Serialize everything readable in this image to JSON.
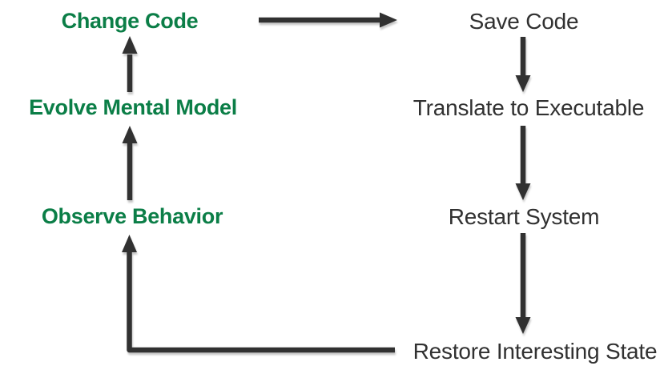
{
  "colors": {
    "green": "#0B7E47",
    "dark": "#313131",
    "background": "#FFFFFF"
  },
  "diagram": {
    "left_nodes": [
      {
        "id": "change-code",
        "label": "Change Code"
      },
      {
        "id": "evolve-mental-model",
        "label": "Evolve Mental Model"
      },
      {
        "id": "observe-behavior",
        "label": "Observe Behavior"
      }
    ],
    "right_nodes": [
      {
        "id": "save-code",
        "label": "Save Code"
      },
      {
        "id": "translate-to-executable",
        "label": "Translate to Executable"
      },
      {
        "id": "restart-system",
        "label": "Restart System"
      },
      {
        "id": "restore-interesting-state",
        "label": "Restore Interesting State"
      }
    ],
    "edges": [
      {
        "from": "Change Code",
        "to": "Save Code",
        "direction": "right"
      },
      {
        "from": "Save Code",
        "to": "Translate to Executable",
        "direction": "down"
      },
      {
        "from": "Translate to Executable",
        "to": "Restart System",
        "direction": "down"
      },
      {
        "from": "Restart System",
        "to": "Restore Interesting State",
        "direction": "down"
      },
      {
        "from": "Restore Interesting State",
        "to": "Observe Behavior",
        "direction": "left-then-up"
      },
      {
        "from": "Observe Behavior",
        "to": "Evolve Mental Model",
        "direction": "up"
      },
      {
        "from": "Evolve Mental Model",
        "to": "Change Code",
        "direction": "up"
      }
    ]
  }
}
